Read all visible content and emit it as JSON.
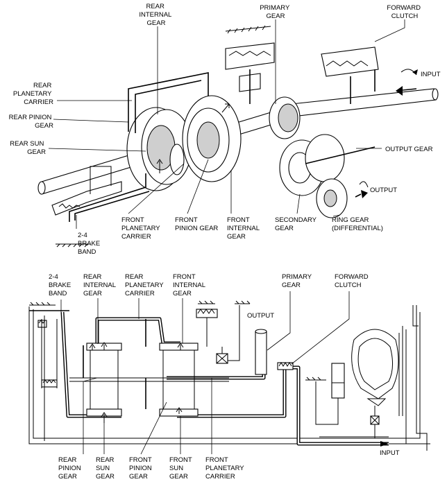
{
  "top_view": {
    "labels": {
      "rear_internal_gear": [
        "REAR",
        "INTERNAL",
        "GEAR"
      ],
      "primary_gear": [
        "PRIMARY",
        "GEAR"
      ],
      "forward_clutch": [
        "FORWARD",
        "CLUTCH"
      ],
      "rear_planetary_carrier": [
        "REAR",
        "PLANETARY",
        "CARRIER"
      ],
      "rear_pinion_gear": [
        "REAR PINION",
        "GEAR"
      ],
      "rear_sun_gear": [
        "REAR SUN",
        "GEAR"
      ],
      "input": "INPUT",
      "output_gear": "OUTPUT GEAR",
      "output": "OUTPUT",
      "brake_band": [
        "2-4",
        "BRAKE",
        "BAND"
      ],
      "front_planetary_carrier": [
        "FRONT",
        "PLANETARY",
        "CARRIER"
      ],
      "front_pinion_gear": [
        "FRONT",
        "PINION GEAR"
      ],
      "front_internal_gear": [
        "FRONT",
        "INTERNAL",
        "GEAR"
      ],
      "secondary_gear": [
        "SECONDARY",
        "GEAR"
      ],
      "ring_gear": [
        "RING GEAR",
        "(DIFFERENTIAL)"
      ]
    }
  },
  "bottom_view": {
    "labels": {
      "brake_band": [
        "2-4",
        "BRAKE",
        "BAND"
      ],
      "rear_internal_gear": [
        "REAR",
        "INTERNAL",
        "GEAR"
      ],
      "rear_planetary_carrier": [
        "REAR",
        "PLANETARY",
        "CARRIER"
      ],
      "front_internal_gear": [
        "FRONT",
        "INTERNAL",
        "GEAR"
      ],
      "primary_gear": [
        "PRIMARY",
        "GEAR"
      ],
      "forward_clutch": [
        "FORWARD",
        "CLUTCH"
      ],
      "output": "OUTPUT",
      "input": "INPUT",
      "rear_pinion_gear": [
        "REAR",
        "PINION",
        "GEAR"
      ],
      "rear_sun_gear": [
        "REAR",
        "SUN",
        "GEAR"
      ],
      "front_pinion_gear": [
        "FRONT",
        "PINION",
        "GEAR"
      ],
      "front_sun_gear": [
        "FRONT",
        "SUN",
        "GEAR"
      ],
      "front_planetary_carrier": [
        "FRONT",
        "PLANETARY",
        "CARRIER"
      ]
    }
  }
}
